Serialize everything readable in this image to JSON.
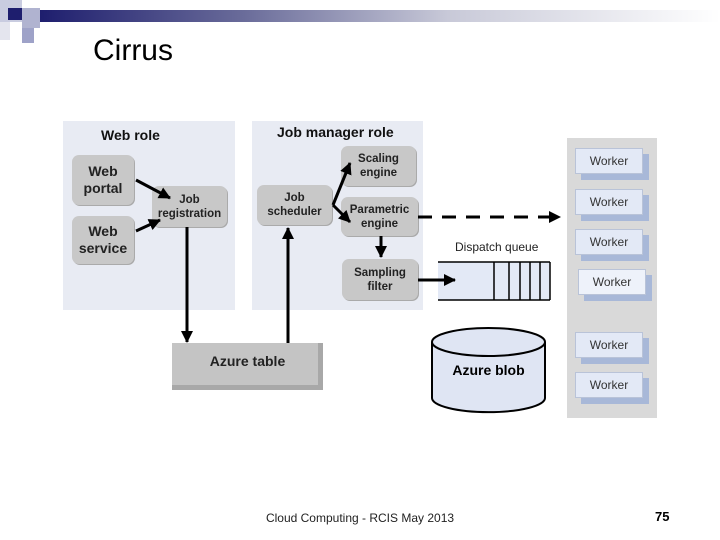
{
  "slide": {
    "title": "Cirrus",
    "footer": "Cloud Computing - RCIS  May 2013",
    "page_number": "75",
    "accent": "#1e1e6e"
  },
  "diagram": {
    "web_role": {
      "label": "Web role",
      "web_portal": "Web portal",
      "web_service": "Web service",
      "job_registration": "Job registration"
    },
    "job_manager_role": {
      "label": "Job manager role",
      "job_scheduler": "Job scheduler",
      "scaling_engine": "Scaling engine",
      "parametric_engine": "Parametric engine",
      "sampling_filter": "Sampling filter"
    },
    "dispatch_queue": "Dispatch queue",
    "azure_table": "Azure table",
    "azure_blob": "Azure blob",
    "workers": [
      "Worker",
      "Worker",
      "Worker",
      "Worker",
      "Worker",
      "Worker"
    ]
  }
}
